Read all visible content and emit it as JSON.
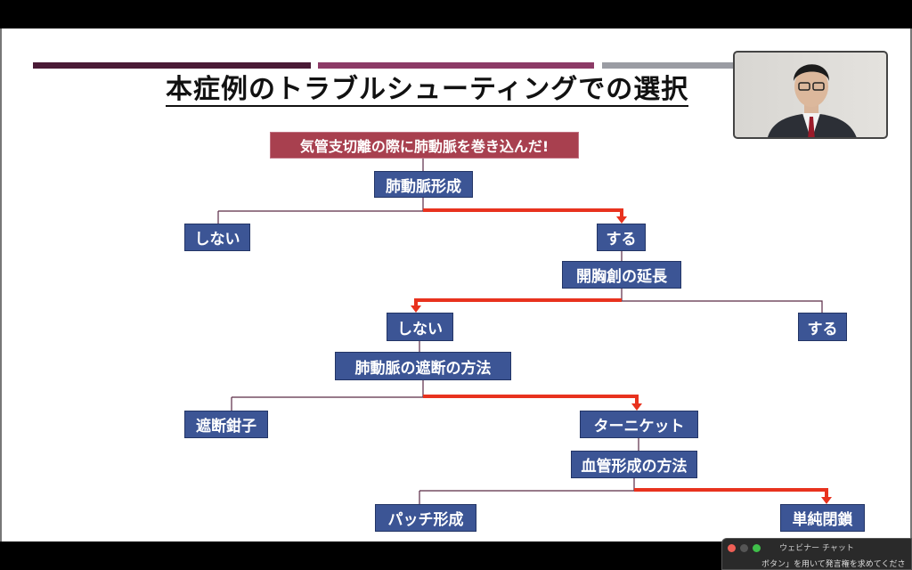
{
  "slide": {
    "title": "本症例のトラブルシューティングでの選択",
    "root": "気管支切離の際に肺動脈を巻き込んだ!",
    "nodes": {
      "pa_plasty": "肺動脈形成",
      "no1": "しない",
      "yes1": "する",
      "extend": "開胸創の延長",
      "no2": "しない",
      "yes2": "する",
      "clamp_method": "肺動脈の遮断の方法",
      "clamp": "遮断鉗子",
      "tourniquet": "ターニケット",
      "vessel_method": "血管形成の方法",
      "patch": "パッチ形成",
      "simple": "単純閉鎖"
    },
    "colors": {
      "bar1": "#4a1a36",
      "bar2": "#8c3a66",
      "bar3": "#9a9ca3",
      "node": "#3c5595",
      "root": "#a8404f",
      "arrow": "#e8321e"
    }
  },
  "chat": {
    "title": "ウェビナー チャット",
    "message": "ボタン」を用いて発言権を求めてくださ"
  }
}
